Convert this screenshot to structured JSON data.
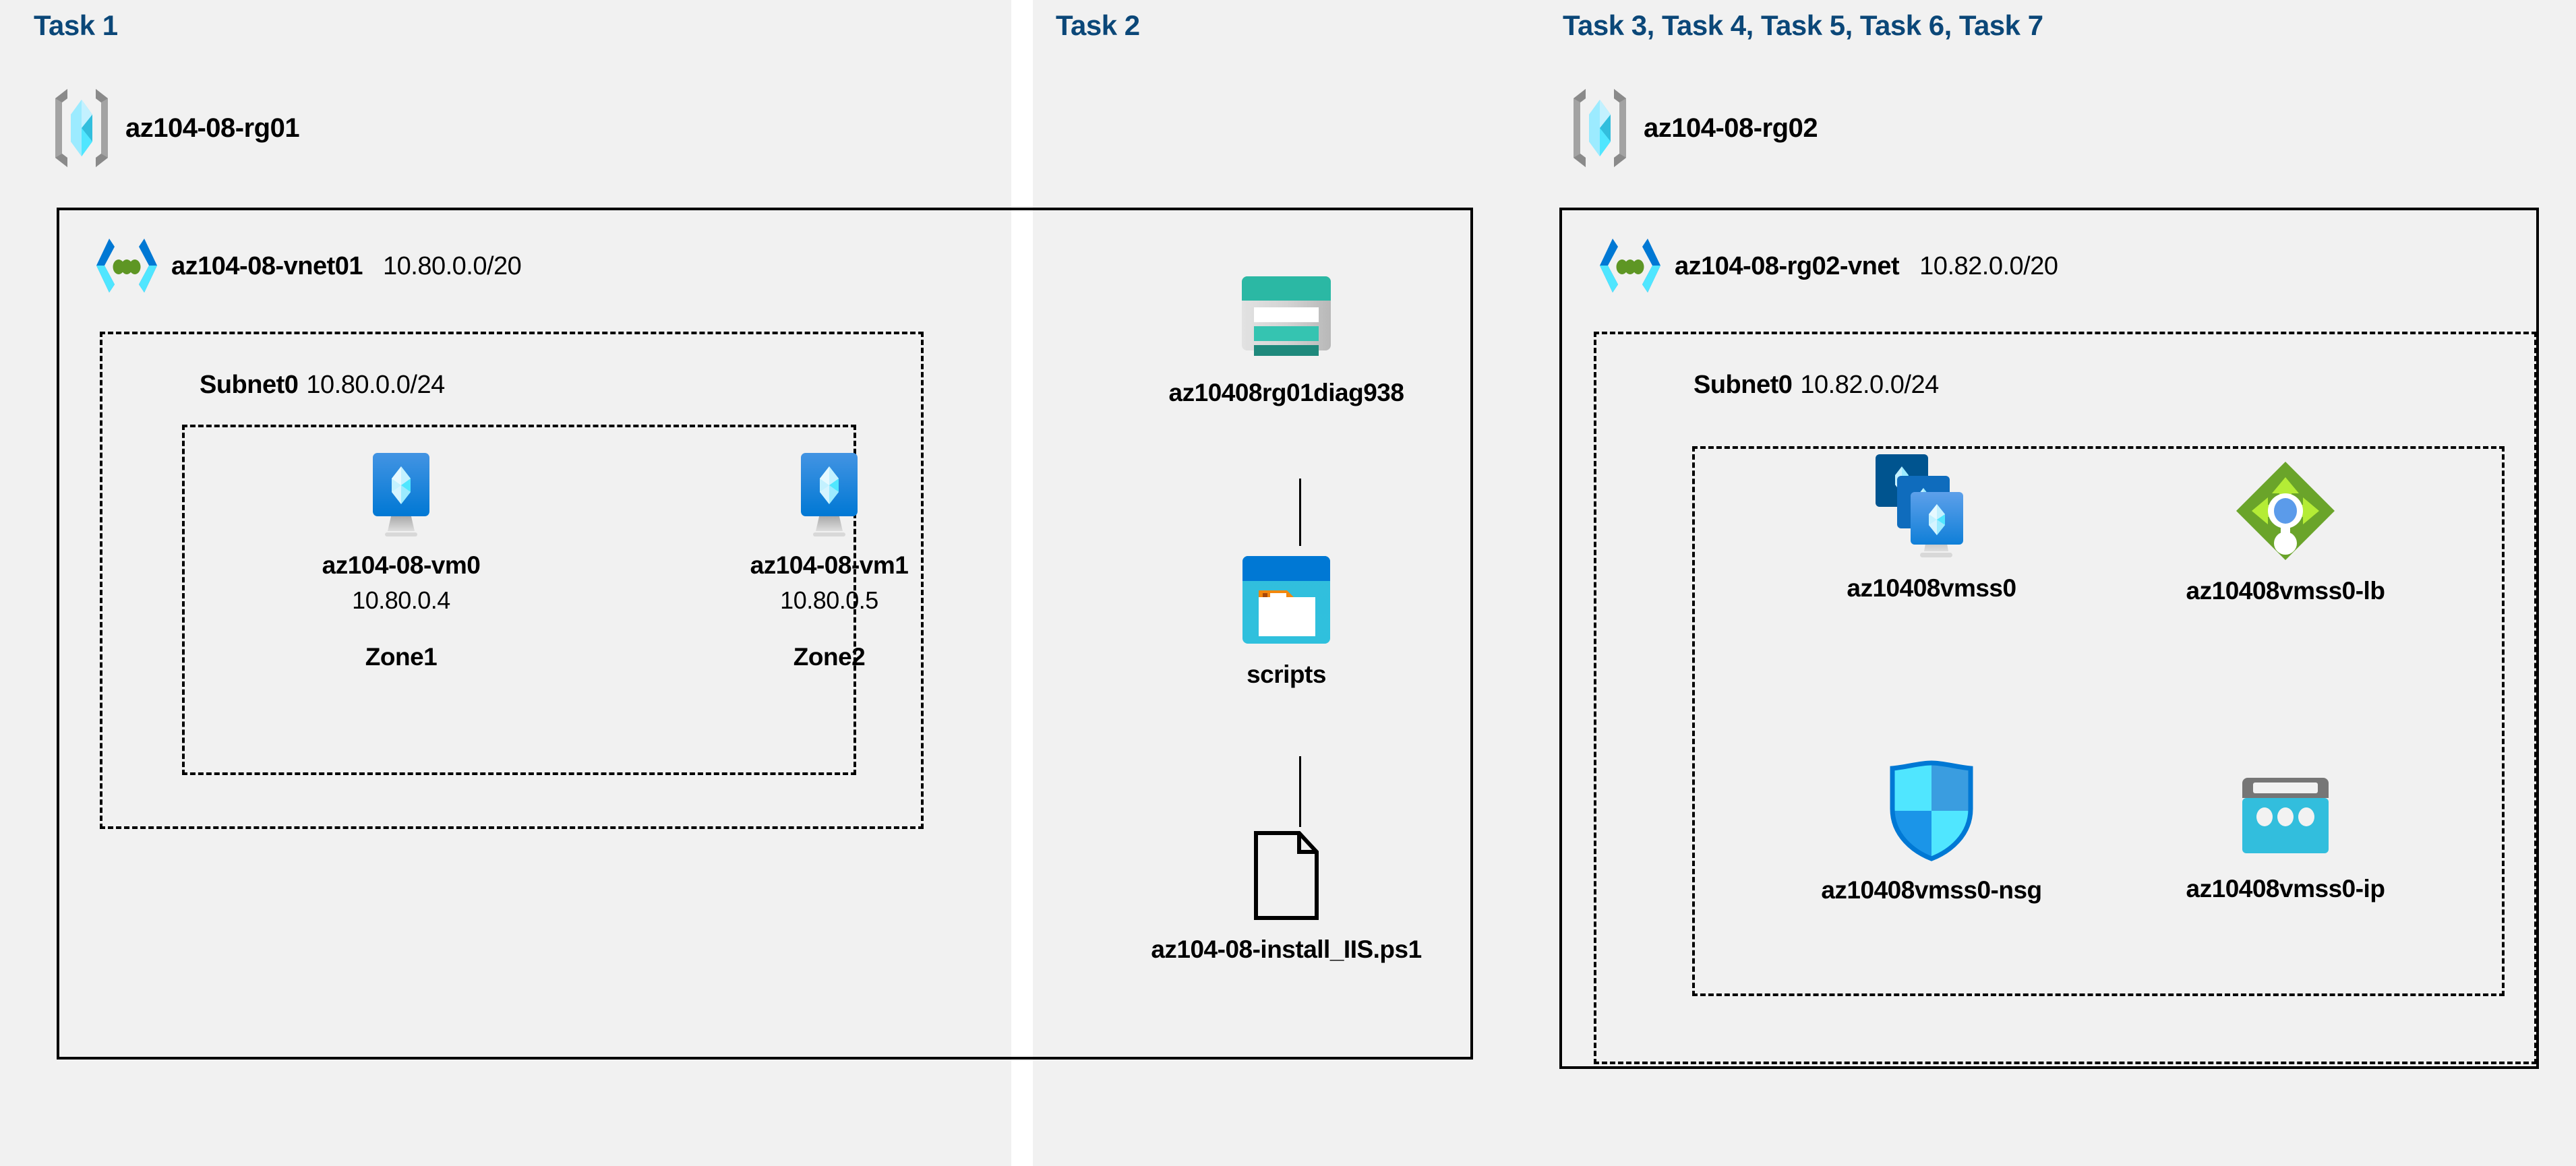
{
  "diagram": {
    "title": "Azure AZ-104 Lab 08 Architecture",
    "colors": {
      "panel_bg": "#f1f1f1",
      "task_title": "#0b4778",
      "border": "#000000",
      "azure_blue": "#0078d4",
      "cyan": "#32bedd",
      "teal": "#2bb8a4",
      "green": "#6db33f",
      "gray": "#767676"
    }
  },
  "panels": [
    {
      "id": "task1",
      "title": "Task 1"
    },
    {
      "id": "task2",
      "title": "Task 2"
    },
    {
      "id": "task3",
      "title": "Task 3, Task 4, Task 5, Task 6, Task 7"
    }
  ],
  "resource_groups": [
    {
      "name": "az104-08-rg01",
      "icon": "resource-group-icon"
    },
    {
      "name": "az104-08-rg02",
      "icon": "resource-group-icon"
    }
  ],
  "vnets": [
    {
      "name": "az104-08-vnet01",
      "cidr": "10.80.0.0/20",
      "icon": "virtual-network-icon"
    },
    {
      "name": "az104-08-rg02-vnet",
      "cidr": "10.82.0.0/20",
      "icon": "virtual-network-icon"
    }
  ],
  "subnets": [
    {
      "name": "Subnet0",
      "cidr": "10.80.0.0/24"
    },
    {
      "name": "Subnet0",
      "cidr": "10.82.0.0/24"
    }
  ],
  "nodes": {
    "vm0": {
      "label": "az104-08-vm0",
      "ip": "10.80.0.4",
      "zone": "Zone1",
      "icon": "virtual-machine-icon"
    },
    "vm1": {
      "label": "az104-08-vm1",
      "ip": "10.80.0.5",
      "zone": "Zone2",
      "icon": "virtual-machine-icon"
    },
    "storage": {
      "label": "az10408rg01diag938",
      "icon": "storage-account-icon"
    },
    "scripts": {
      "label": "scripts",
      "icon": "blob-container-icon"
    },
    "ps1": {
      "label": "az104-08-install_IIS.ps1",
      "icon": "file-icon"
    },
    "vmss": {
      "label": "az10408vmss0",
      "icon": "vm-scale-set-icon"
    },
    "lb": {
      "label": "az10408vmss0-lb",
      "icon": "load-balancer-icon"
    },
    "nsg": {
      "label": "az10408vmss0-nsg",
      "icon": "network-security-group-icon"
    },
    "ip": {
      "label": "az10408vmss0-ip",
      "icon": "public-ip-address-icon"
    }
  }
}
